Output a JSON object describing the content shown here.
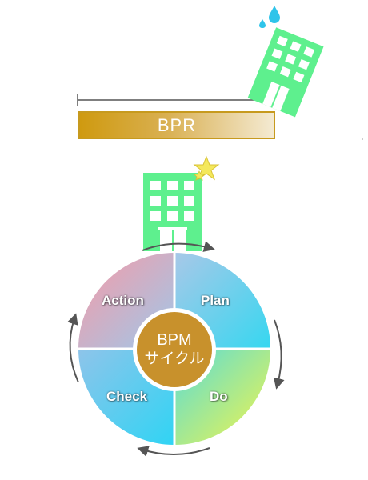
{
  "bpr": {
    "label": "BPR"
  },
  "cycle": {
    "hub_line1": "BPM",
    "hub_line2": "サイクル",
    "quadrants": {
      "action": "Action",
      "plan": "Plan",
      "check": "Check",
      "do": "Do"
    }
  },
  "colors": {
    "building": "#5ef08e",
    "bar_start": "#cf9a10",
    "bar_end": "#f4ead2",
    "hub": "#c8912c",
    "star": "#f4e85c",
    "water_drop": "#2ec4ea",
    "arrow": "#555555"
  },
  "icons": [
    "building-icon",
    "star-icon",
    "water-drop-icon",
    "arrow-icon"
  ]
}
